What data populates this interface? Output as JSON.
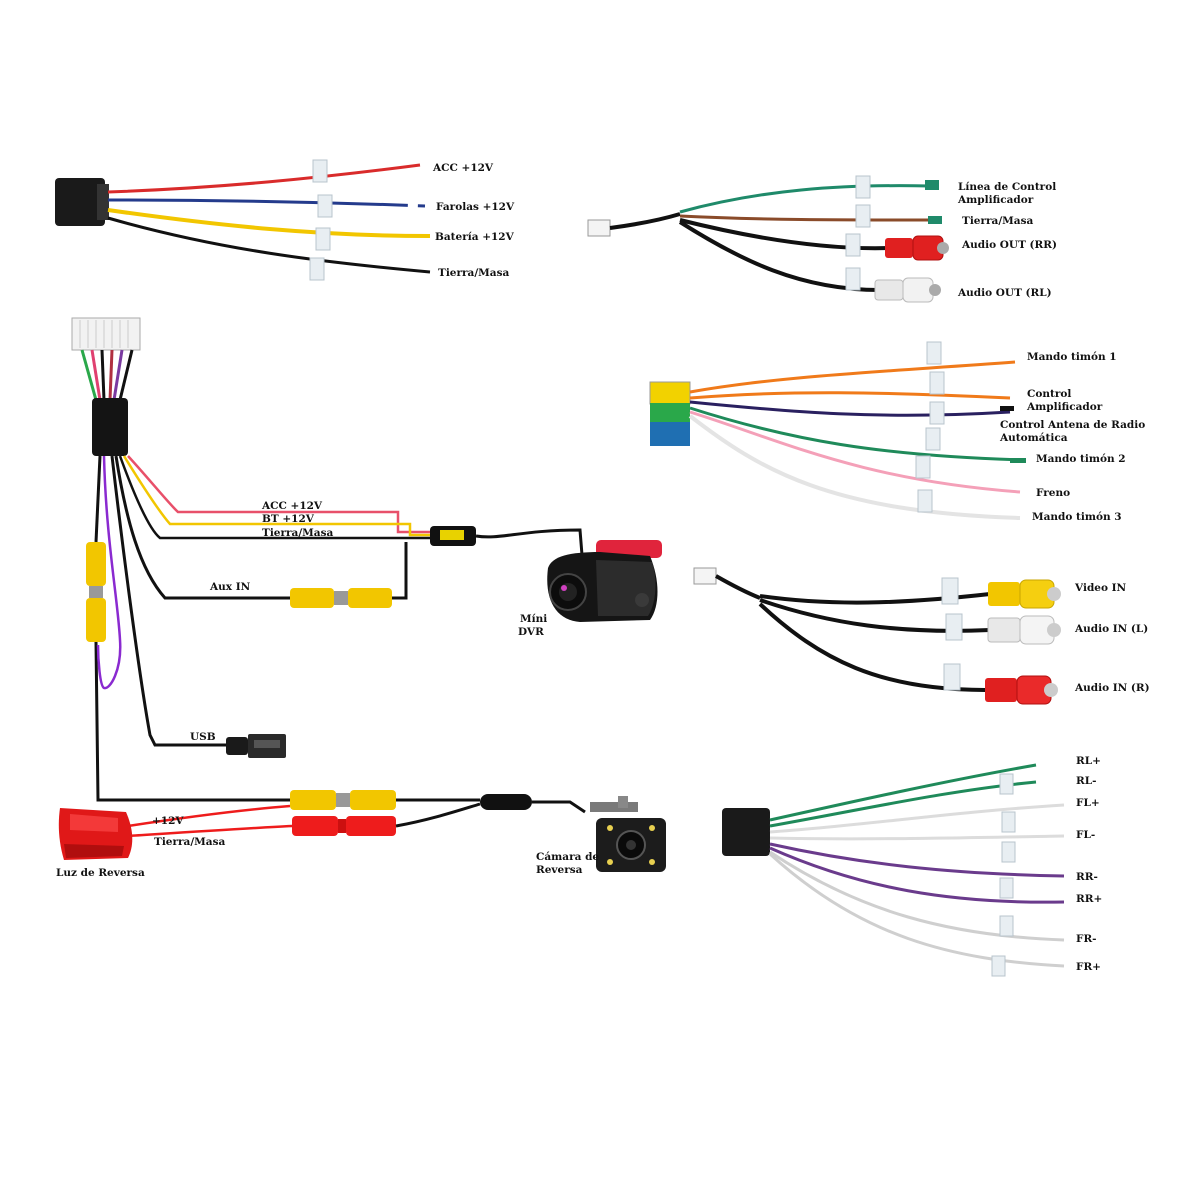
{
  "power_harness": {
    "wires": [
      {
        "label": "ACC +12V",
        "color": "#d92b2b"
      },
      {
        "label": "Farolas +12V",
        "color": "#243b8c"
      },
      {
        "label": "Batería +12V",
        "color": "#f2c600"
      },
      {
        "label": "Tierra/Masa",
        "color": "#111111"
      }
    ]
  },
  "amp_harness": {
    "wires": [
      {
        "label": "Línea de Control",
        "label2": "Amplificador",
        "color": "#1f8a6a"
      },
      {
        "label": "Tierra/Masa",
        "color": "#8a4b2a"
      },
      {
        "label": "Audio OUT (RR)",
        "color": "#e02020"
      },
      {
        "label": "Audio OUT (RL)",
        "color": "#dddddd"
      }
    ]
  },
  "control_harness": {
    "wires": [
      {
        "label": "Mando timón 1",
        "color": "#f07a1a"
      },
      {
        "label": "Control",
        "label2": "Amplificador",
        "color": "#f07a1a"
      },
      {
        "label": "Control Antena de Radio",
        "label2": "Automática",
        "color": "#2a2060"
      },
      {
        "label": "Mando timón 2",
        "color": "#1f8a5a"
      },
      {
        "label": "Freno",
        "color": "#f4a0b8"
      },
      {
        "label": "Mando timón 3",
        "color": "#e8e8e8"
      }
    ]
  },
  "av_in_harness": {
    "wires": [
      {
        "label": "Video IN",
        "color": "#f2c600"
      },
      {
        "label": "Audio IN (L)",
        "color": "#eeeeee"
      },
      {
        "label": "Audio IN (R)",
        "color": "#e02020"
      }
    ]
  },
  "speaker_harness": {
    "wires": [
      {
        "label": "RL+",
        "color": "#1f8a5a"
      },
      {
        "label": "RL-",
        "color": "#1f8a5a"
      },
      {
        "label": "FL+",
        "color": "#dcdcdc"
      },
      {
        "label": "FL-",
        "color": "#dcdcdc"
      },
      {
        "label": "RR-",
        "color": "#6a3b8c"
      },
      {
        "label": "RR+",
        "color": "#6a3b8c"
      },
      {
        "label": "FR-",
        "color": "#cfcfcf"
      },
      {
        "label": "FR+",
        "color": "#cfcfcf"
      }
    ]
  },
  "main_harness": {
    "dvr_wires": [
      {
        "label": "ACC +12V",
        "color": "#e8506a"
      },
      {
        "label": "BT +12V",
        "color": "#f2c600"
      },
      {
        "label": "Tierra/Masa",
        "color": "#111111"
      }
    ],
    "aux_label": "Aux IN",
    "usb_label": "USB",
    "dvr_label": "Míni",
    "dvr_label2": "DVR",
    "reverse_plus_label": "+12V",
    "reverse_ground_label": "Tierra/Masa",
    "reverse_light_label": "Luz de Reversa",
    "camera_label": "Cámara de",
    "camera_label2": "Reversa"
  }
}
